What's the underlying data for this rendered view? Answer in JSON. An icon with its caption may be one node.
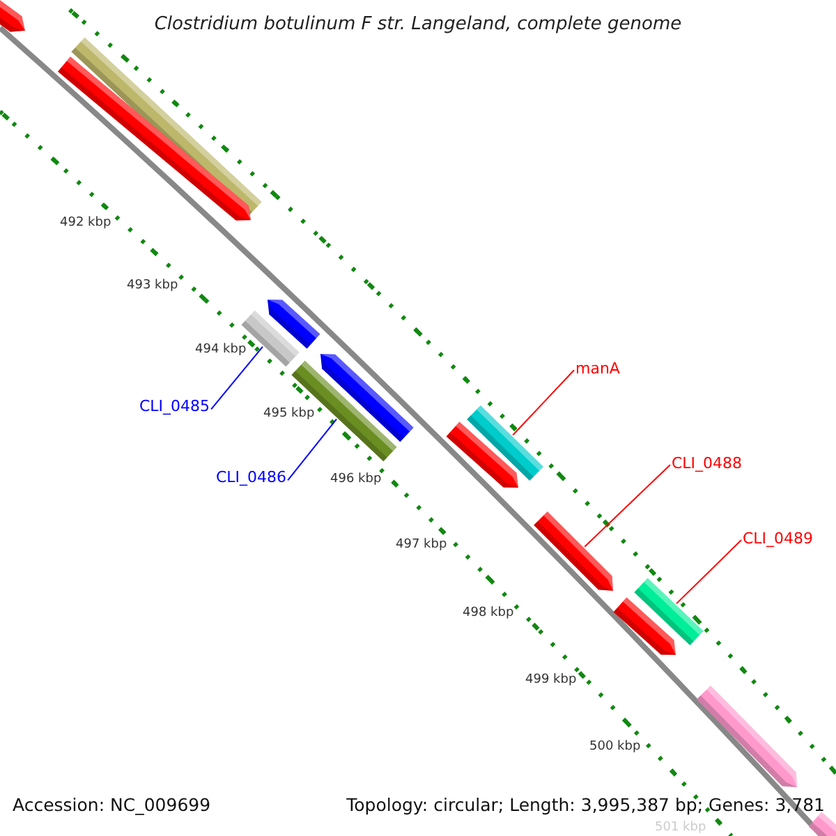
{
  "diagram": {
    "title": "Clostridium botulinum F str. Langeland, complete genome",
    "nodes": [
      {
        "text": [
          "CLI_0485"
        ]
      },
      {
        "text": [],
        "shape": "bar"
      },
      {
        "text": [
          "CLI_0486"
        ]
      },
      {
        "text": [],
        "shape": "bar"
      },
      {
        "text": [
          "manA"
        ]
      },
      {
        "text": [],
        "shape": "bar"
      },
      {
        "text": [
          "CLI_0488"
        ]
      },
      {
        "text": [],
        "shape": "bar"
      },
      {
        "text": [
          "CLI_0489"
        ]
      },
      {
        "text": [],
        "shape": "bar"
      }
    ],
    "edges": [
      {
        "from": 0,
        "to": 1,
        "arrow": "none",
        "color": "#0000ff"
      },
      {
        "from": 2,
        "to": 3,
        "arrow": "none",
        "color": "#0000ff"
      },
      {
        "from": 4,
        "to": 5,
        "arrow": "none"
      },
      {
        "from": 6,
        "to": 7,
        "arrow": "none"
      },
      {
        "from": 8,
        "to": 9,
        "arrow": "none"
      }
    ],
    "labels": [
      "492 kbp",
      "493 kbp",
      "494 kbp",
      "495 kbp",
      "496 kbp",
      "497 kbp",
      "498 kbp",
      "499 kbp",
      "500 kbp",
      "501 kbp",
      "Accession: NC_009699",
      "Topology: circular; Length: 3,995,387 bp; Genes: 3,781"
    ]
  }
}
